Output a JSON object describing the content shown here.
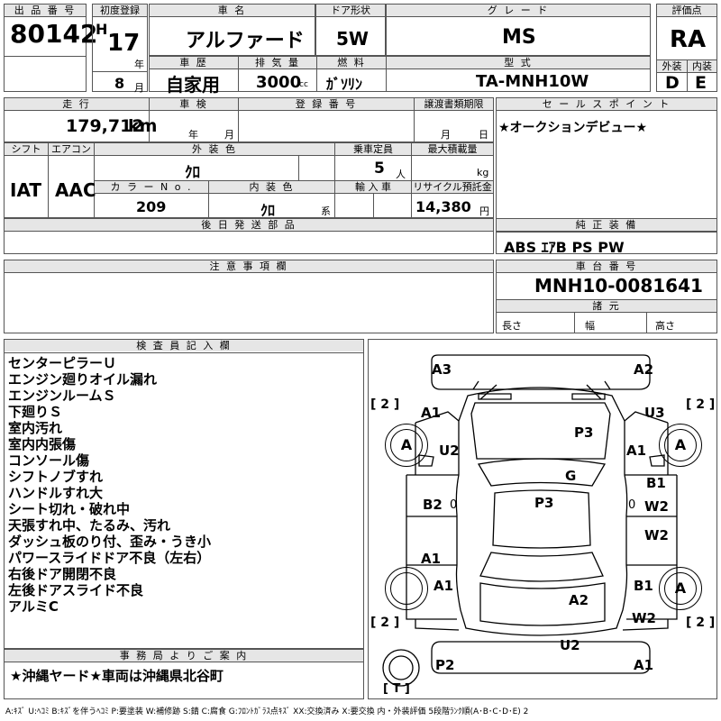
{
  "header": {
    "lot_no_label": "出 品 番 号",
    "lot_no": "80142",
    "first_reg_label": "初度登録",
    "era": "H",
    "year": "17",
    "year_unit": "年",
    "month": "8",
    "month_unit": "月",
    "car_name_label": "車 名",
    "car_name": "アルファード",
    "door_label": "ドア形状",
    "door": "5W",
    "grade_label": "グ レ ー ド",
    "grade": "MS",
    "score_label": "評価点",
    "score": "RA",
    "history_label": "車 歴",
    "history": "自家用",
    "displacement_label": "排 気 量",
    "displacement": "3000",
    "displacement_unit": "cc",
    "fuel_label": "燃 料",
    "fuel": "ｶﾞｿﾘﾝ",
    "model_label": "型 式",
    "model": "TA-MNH10W",
    "exterior_label": "外装",
    "exterior": "D",
    "interior_label": "内装",
    "interior": "E"
  },
  "row2": {
    "mileage_label": "走 行",
    "mileage": "179,712",
    "mileage_unit": "km",
    "inspection_label": "車 検",
    "insp_year_unit": "年",
    "insp_month_unit": "月",
    "reg_no_label": "登 録 番 号",
    "transfer_label": "譲渡書類期限",
    "transfer_month_unit": "月",
    "transfer_day_unit": "日",
    "sales_label": "セ ー ル ス ポ イ ン ト",
    "sales_point": "★オークションデビュー★",
    "shift_label": "シフト",
    "shift": "IAT",
    "ac_label": "エアコン",
    "ac": "AAC",
    "ext_color_label": "外 装 色",
    "ext_color": "ｸﾛ",
    "capacity_label": "乗車定員",
    "capacity": "5",
    "capacity_unit": "人",
    "load_label": "最大積載量",
    "load_unit": "kg",
    "color_no_label": "カ ラ ー N o .",
    "color_no": "209",
    "int_color_label": "内 装 色",
    "int_color": "ｸﾛ",
    "int_color_unit": "系",
    "import_label": "輸 入 車",
    "recycle_label": "リサイクル預託金",
    "recycle": "14,380",
    "recycle_unit": "円",
    "later_parts_label": "後 日 発 送 部 品",
    "equipment_label": "純 正 装 備",
    "equipment": "ABS ｴｱB PS PW"
  },
  "notes": {
    "label": "注 意 事 項 欄"
  },
  "chassis": {
    "label": "車 台 番 号",
    "number": "MNH10-0081641",
    "dims_label": "諸 元",
    "length_label": "長さ",
    "width_label": "幅",
    "height_label": "高さ"
  },
  "inspector": {
    "label": "検 査 員 記 入 欄",
    "remarks": [
      "センターピラーＵ",
      "エンジン廻りオイル漏れ",
      "エンジンルームＳ",
      "下廻りＳ",
      "室内汚れ",
      "室内内張傷",
      "コンソール傷",
      "シフトノブすれ",
      "ハンドルすれ大",
      "シート切れ・破れ中",
      "天張すれ中、たるみ、汚れ",
      "ダッシュ板のり付、歪み・うき小",
      "パワースライドドア不良（左右）",
      "右後ドア開閉不良",
      "左後ドアスライド不良",
      "アルミC"
    ]
  },
  "office": {
    "label": "事 務 局 よ り ご 案 内",
    "note": "★沖縄ヤード★車両は沖縄県北谷町"
  },
  "diagram": {
    "labels": {
      "a3": "A3",
      "a2_top": "A2",
      "a1_fl": "A1",
      "u3": "U3",
      "u2_l": "U2",
      "p3_hood": "P3",
      "a1_fr": "A1",
      "g": "G",
      "b1_r": "B1",
      "b2_l": "B2",
      "p3_roof": "P3",
      "w2_r1": "W2",
      "w2_r2": "W2",
      "a1_rl": "A1",
      "a1_l2": "A1",
      "b1_rr": "B1",
      "a2_rear": "A2",
      "w2_rr": "W2",
      "u2_rear": "U2",
      "p2": "P2",
      "a1_rear": "A1"
    },
    "wheel_fl": "A",
    "wheel_fr": "A",
    "wheel_rr": "A",
    "tire_fl": "[ 2 ]",
    "tire_fr": "[ 2 ]",
    "tire_rl": "[ 2 ]",
    "tire_rr": "[ 2 ]",
    "spare": "[ T ]",
    "c_left": "0",
    "c_right": "0"
  },
  "legend": "A:ｷｽﾞ U:ﾍｺﾐ B:ｷｽﾞを伴うﾍｺﾐ P:要塗装 W:補修跡 S:錆 C:腐食 G:ﾌﾛﾝﾄｶﾞﾗｽ点ｷｽﾞ XX:交換済み X:要交換 内・外装評価 5段階ﾗﾝｸ順(A･B･C･D･E) 2"
}
